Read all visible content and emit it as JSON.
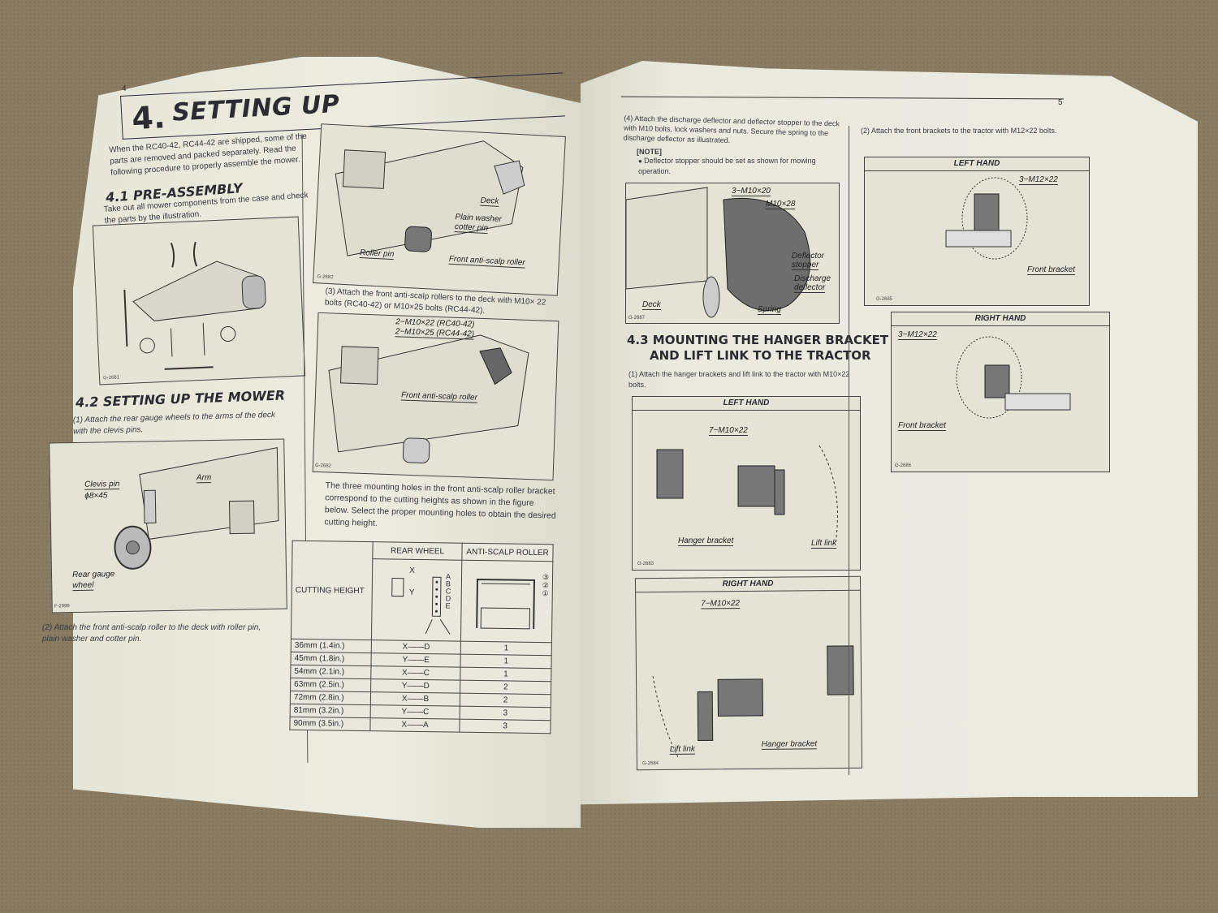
{
  "left_page": {
    "page_number": "4",
    "chapter": {
      "number": "4.",
      "title": "SETTING UP"
    },
    "intro": "When the RC40-42, RC44-42 are shipped, some of the parts are removed and packed separately. Read the following procedure to properly assemble the mower.",
    "section_4_1": {
      "heading": "4.1 PRE-ASSEMBLY",
      "text": "Take out all mower components from the case and check the parts by the illustration.",
      "figure_id": "G-2681"
    },
    "section_4_2": {
      "heading": "4.2 SETTING UP THE MOWER",
      "step1": "(1) Attach the rear gauge wheels to the arms of the deck with the clevis pins.",
      "figure1": {
        "id": "F-2999",
        "labels": {
          "clevis_pin": "Clevis pin",
          "clevis_size": "ϕ8×45",
          "arm": "Arm",
          "rear_gauge_wheel_1": "Rear gauge",
          "rear_gauge_wheel_2": "wheel"
        }
      },
      "step2": "(2) Attach the front anti-scalp roller to the deck with roller pin, plain washer and cotter pin."
    },
    "right_column": {
      "figure2": {
        "id": "G-2682",
        "labels": {
          "deck": "Deck",
          "plain_washer": "Plain washer",
          "cotter_pin": "cotter pin",
          "roller_pin": "Roller pin",
          "front_roller": "Front anti-scalp roller"
        }
      },
      "step3": "(3) Attach the front anti-scalp rollers to the deck with M10× 22 bolts (RC40-42) or M10×25 bolts (RC44-42).",
      "figure3": {
        "id": "G-2682",
        "labels": {
          "bolts_1": "2−M10×22 (RC40-42)",
          "bolts_2": "2−M10×25 (RC44-42)",
          "front_roller": "Front anti-scalp roller"
        }
      },
      "mounting_text": "The three mounting holes in the front anti-scalp roller bracket correspond to the cutting heights as shown in the figure below. Select the proper mounting holes to obtain the desired cutting height.",
      "table": {
        "headers": {
          "cutting_height": "CUTTING HEIGHT",
          "rear_wheel": "REAR WHEEL",
          "roller": "ANTI-SCALP ROLLER"
        },
        "diagram_labels": {
          "x": "X",
          "y": "Y",
          "holes": [
            "A",
            "B",
            "C",
            "D",
            "E"
          ],
          "roller_positions": [
            "③",
            "②",
            "①"
          ]
        },
        "rows": [
          {
            "height": "36mm (1.4in.)",
            "wheel": "X——D",
            "roller": "1"
          },
          {
            "height": "45mm (1.8in.)",
            "wheel": "Y——E",
            "roller": "1"
          },
          {
            "height": "54mm (2.1in.)",
            "wheel": "X——C",
            "roller": "1"
          },
          {
            "height": "63mm (2.5in.)",
            "wheel": "Y——D",
            "roller": "2"
          },
          {
            "height": "72mm (2.8in.)",
            "wheel": "X——B",
            "roller": "2"
          },
          {
            "height": "81mm (3.2in.)",
            "wheel": "Y——C",
            "roller": "3"
          },
          {
            "height": "90mm (3.5in.)",
            "wheel": "X——A",
            "roller": "3"
          }
        ]
      }
    }
  },
  "right_page": {
    "page_number": "5",
    "step4": "(4) Attach the discharge deflector and deflector stopper to the deck with M10 bolts, lock washers and nuts. Secure the spring to the discharge deflector as illustrated.",
    "note_heading": "[NOTE]",
    "note_bullet": "Deflector stopper should be set as shown for mowing operation.",
    "figure4": {
      "id": "G-2687",
      "labels": {
        "bolts1": "3−M10×20",
        "bolts2": "M10×28",
        "stopper_1": "Deflector",
        "stopper_2": "stopper",
        "discharge_1": "Discharge",
        "discharge_2": "deflector",
        "deck": "Deck",
        "spring": "Spring"
      }
    },
    "section_4_3": {
      "heading_line1": "4.3 MOUNTING THE HANGER BRACKET",
      "heading_line2": "AND LIFT LINK TO THE TRACTOR",
      "step1": "(1) Attach the hanger brackets and lift link to the tractor with M10×22 bolts.",
      "figure_left": {
        "id": "G-2683",
        "title": "LEFT HAND",
        "bolts": "7−M10×22",
        "hanger": "Hanger bracket",
        "lift": "Lift link"
      },
      "figure_right": {
        "id": "G-2684",
        "title": "RIGHT HAND",
        "bolts": "7−M10×22",
        "hanger": "Hanger bracket",
        "lift": "Lift link"
      }
    },
    "step2": "(2) Attach the front brackets to the tractor with M12×22 bolts.",
    "front_left": {
      "id": "G-2685",
      "title": "LEFT HAND",
      "bolts": "3−M12×22",
      "bracket": "Front bracket"
    },
    "front_right": {
      "id": "G-2686",
      "title": "RIGHT HAND",
      "bolts": "3−M12×22",
      "bracket": "Front bracket"
    }
  }
}
